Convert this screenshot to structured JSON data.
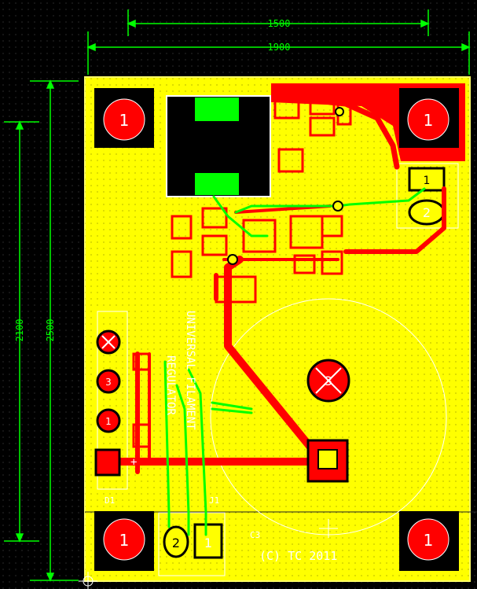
{
  "dimensions": {
    "width_top": "1500",
    "width_total": "1900",
    "height_inner": "2100",
    "height_total": "2500"
  },
  "board": {
    "title_line1": "UNIVERSAL FILAMENT",
    "title_line2": "REGULATOR",
    "copyright": "(C) TC 2011",
    "label_c3": "C3",
    "label_d1": "D1",
    "label_j1": "J1"
  },
  "mounting_holes": {
    "label": "1"
  },
  "pads": {
    "conn_top_1": "1",
    "conn_top_2": "2",
    "conn_bottom_1": "1",
    "conn_bottom_2": "2",
    "left_3": "3",
    "left_1": "1",
    "cap_center": "3",
    "plus_sign": "+"
  },
  "colors": {
    "background": "#000000",
    "board_fill": "#ffff00",
    "copper_top": "#ff0000",
    "copper_bottom": "#00ff00",
    "silkscreen": "#ffffff",
    "dimension": "#00ff00"
  }
}
